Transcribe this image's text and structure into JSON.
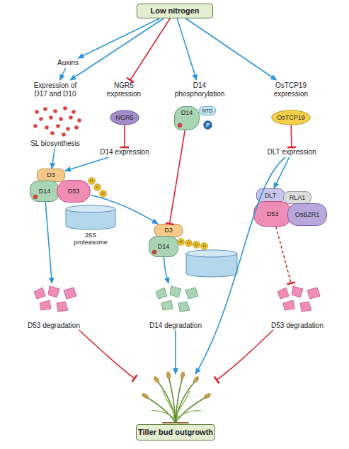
{
  "diagram": {
    "nodes": [
      {
        "text": [
          "Low nitrogen"
        ]
      },
      {
        "text": [
          "Auxins"
        ]
      },
      {
        "text": [
          "Expression of D17 and D10"
        ]
      },
      {
        "text": [
          "NGR5 expression"
        ]
      },
      {
        "text": [
          "D14 phosphorylation"
        ]
      },
      {
        "text": [
          "OsTCP19 expression"
        ]
      },
      {
        "text": [
          "SL biosynthesis"
        ]
      },
      {
        "text": [
          "NGR5"
        ]
      },
      {
        "text": [
          "D14"
        ]
      },
      {
        "text": [
          "NTD"
        ]
      },
      {
        "text": [
          "P"
        ]
      },
      {
        "text": [
          "OsTCP19"
        ]
      },
      {
        "text": [
          "D14 expression"
        ]
      },
      {
        "text": [
          "DLT expression"
        ]
      },
      {
        "text": [
          "D3"
        ]
      },
      {
        "text": [
          "D14"
        ]
      },
      {
        "text": [
          "D53"
        ]
      },
      {
        "text": [
          "U"
        ]
      },
      {
        "text": [
          "U"
        ]
      },
      {
        "text": [
          "U"
        ]
      },
      {
        "text": [
          "26S proteasome"
        ]
      },
      {
        "text": [
          "DLT"
        ]
      },
      {
        "text": [
          "RLA1"
        ]
      },
      {
        "text": [
          "D53"
        ]
      },
      {
        "text": [
          "OsBZR1"
        ]
      },
      {
        "text": [
          "D3"
        ]
      },
      {
        "text": [
          "D14"
        ]
      },
      {
        "text": [
          "U"
        ]
      },
      {
        "text": [
          "U"
        ]
      },
      {
        "text": [
          "U"
        ]
      },
      {
        "text": [
          "U"
        ]
      },
      {
        "text": [
          "D53 degradation"
        ]
      },
      {
        "text": [
          "D14 degradation"
        ]
      },
      {
        "text": [
          "D53 degradation"
        ]
      },
      {
        "text": [
          "Tiller bud outgrowth"
        ]
      }
    ],
    "edges": [
      {
        "from": 0,
        "to": 1,
        "arrow": "to"
      },
      {
        "from": 0,
        "to": 2,
        "arrow": "to"
      },
      {
        "from": 1,
        "to": 2,
        "arrow": "to"
      },
      {
        "from": 0,
        "to": 3,
        "arrow": "to"
      },
      {
        "from": 0,
        "to": 4,
        "arrow": "to"
      },
      {
        "from": 0,
        "to": 5,
        "arrow": "to"
      },
      {
        "from": 7,
        "to": 12,
        "arrow": "to"
      },
      {
        "from": 11,
        "to": 13,
        "arrow": "to"
      },
      {
        "from": 6,
        "to": 14,
        "arrow": "to"
      },
      {
        "from": 12,
        "to": 14,
        "arrow": "to"
      },
      {
        "from": 16,
        "to": 25,
        "arrow": "to"
      },
      {
        "from": 15,
        "to": 31,
        "arrow": "to"
      },
      {
        "from": 8,
        "to": 25,
        "arrow": "to"
      },
      {
        "from": 26,
        "to": 32,
        "arrow": "to"
      },
      {
        "from": 13,
        "to": 21,
        "arrow": "to"
      },
      {
        "from": 13,
        "to": 34,
        "arrow": "to"
      },
      {
        "from": 23,
        "to": 33,
        "arrow": "to"
      },
      {
        "from": 31,
        "to": 34,
        "arrow": "to"
      },
      {
        "from": 32,
        "to": 34,
        "arrow": "to"
      },
      {
        "from": 33,
        "to": 34,
        "arrow": "to"
      }
    ]
  }
}
